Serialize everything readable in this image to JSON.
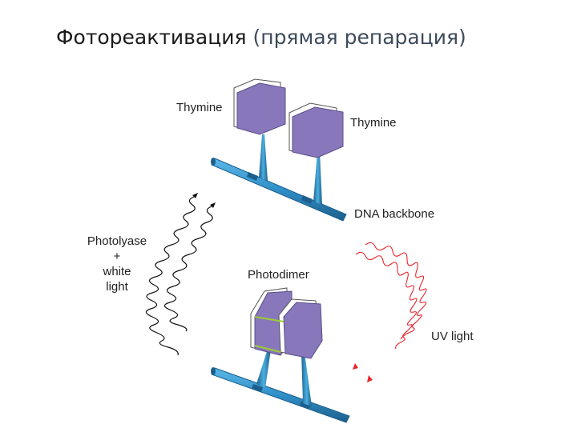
{
  "title": {
    "main": "Фотореактивация",
    "sub": "(прямая репарация)"
  },
  "labels": {
    "thymine_1": "Thymine",
    "thymine_2": "Thymine",
    "dna_backbone": "DNA backbone",
    "photolyase_line1": "Photolyase",
    "photolyase_line2": "+",
    "photolyase_line3": "white",
    "photolyase_line4": "light",
    "photodimer": "Photodimer",
    "uv_light": "UV light"
  },
  "colors": {
    "hexagon_fill": "#8877bb",
    "hexagon_edge": "#5a4d8a",
    "backbone": "#2f8fc8",
    "backbone_dark": "#1c5f8c",
    "white_light_wave": "#111111",
    "uv_wave": "#e8242c",
    "dimer_bond": "#9acc33"
  }
}
